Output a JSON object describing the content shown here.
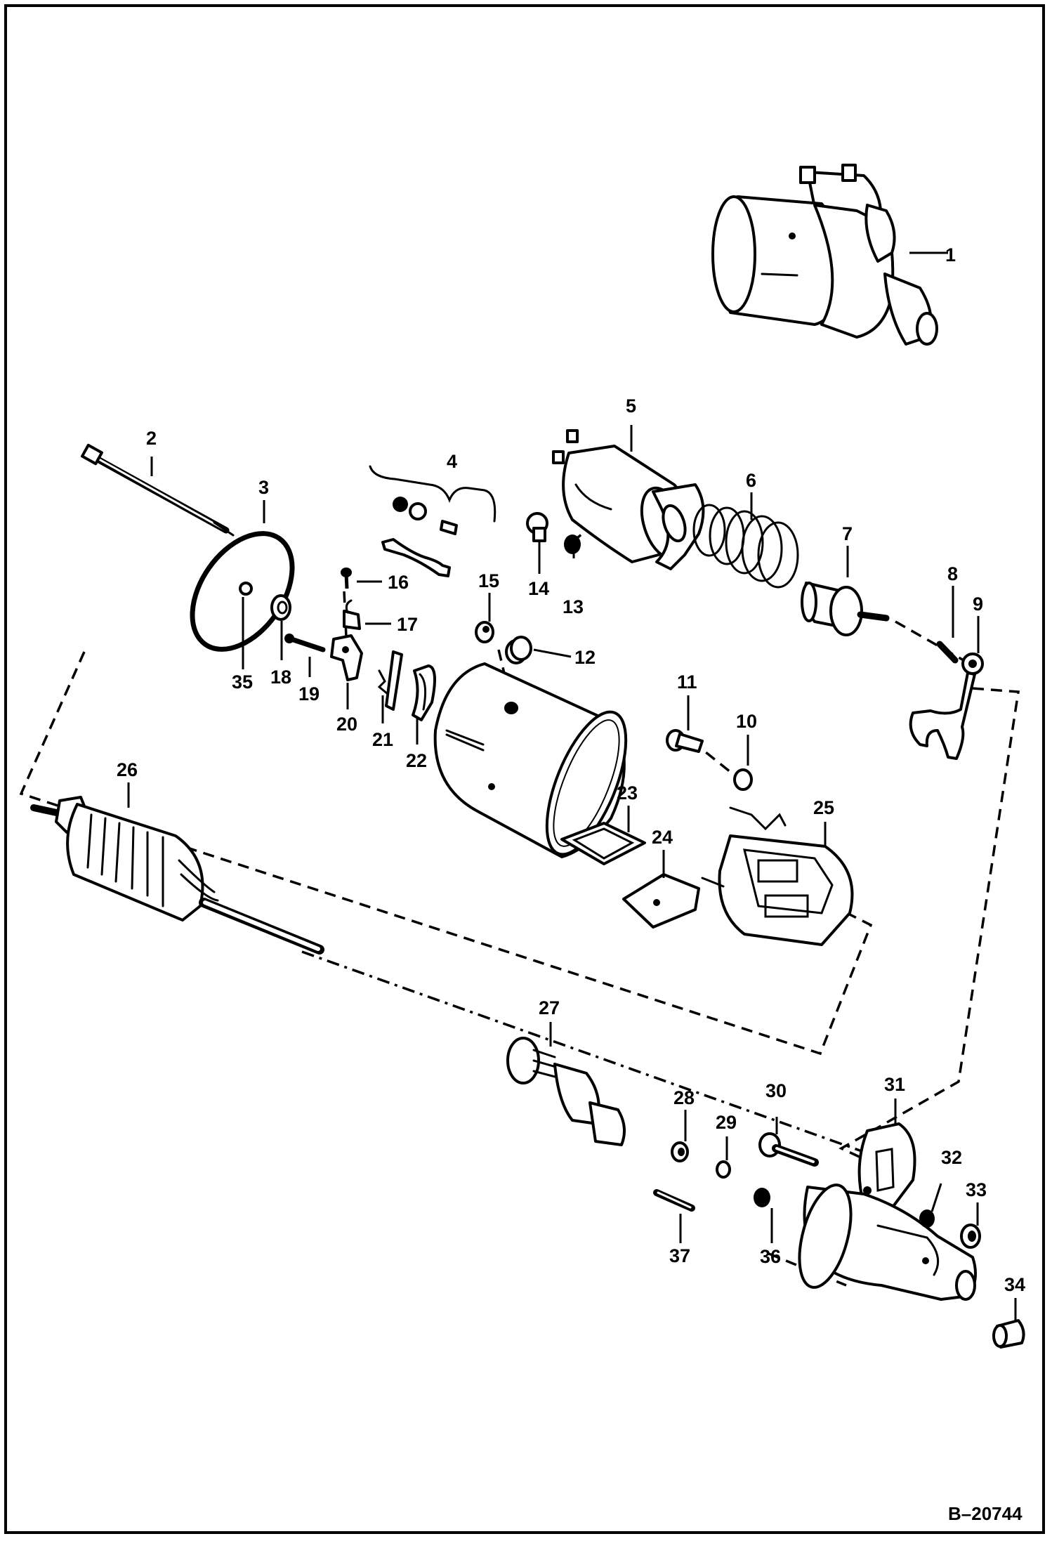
{
  "figure": {
    "reference_code": "B–20744",
    "callouts": [
      "1",
      "2",
      "3",
      "4",
      "5",
      "6",
      "7",
      "8",
      "9",
      "10",
      "11",
      "12",
      "13",
      "14",
      "15",
      "16",
      "17",
      "18",
      "19",
      "20",
      "21",
      "22",
      "23",
      "24",
      "25",
      "26",
      "27",
      "28",
      "29",
      "30",
      "31",
      "32",
      "33",
      "34",
      "35",
      "36",
      "37"
    ]
  }
}
